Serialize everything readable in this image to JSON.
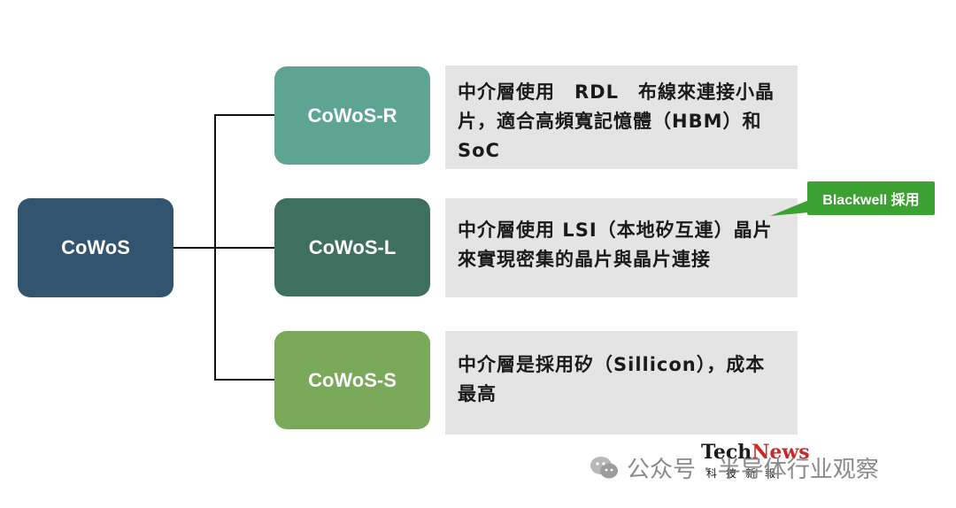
{
  "root": {
    "label": "CoWoS"
  },
  "branches": [
    {
      "label": "CoWoS-R",
      "color": "#5da493",
      "desc": [
        "中介層使用　RDL　布線來連接小晶",
        "片，適合高頻寬記憶體（HBM）和",
        "SoC"
      ]
    },
    {
      "label": "CoWoS-L",
      "color": "#3f6f5e",
      "desc": [
        "中介層使用 LSI（本地矽互連）晶片",
        "來實現密集的晶片與晶片連接"
      ]
    },
    {
      "label": "CoWoS-S",
      "color": "#7aa95a",
      "desc": [
        "中介層是採用矽（Sillicon），成本",
        "最高"
      ]
    }
  ],
  "callout": {
    "text": "Blackwell 採用"
  },
  "watermark": {
    "text": "公众号 · 半导体行业观察"
  },
  "brand": {
    "tech": "Tech",
    "news": "News",
    "sub": "科技新報"
  },
  "colors": {
    "root": "#33546e",
    "desc_bg": "#e4e4e4",
    "callout": "#3ba131"
  }
}
